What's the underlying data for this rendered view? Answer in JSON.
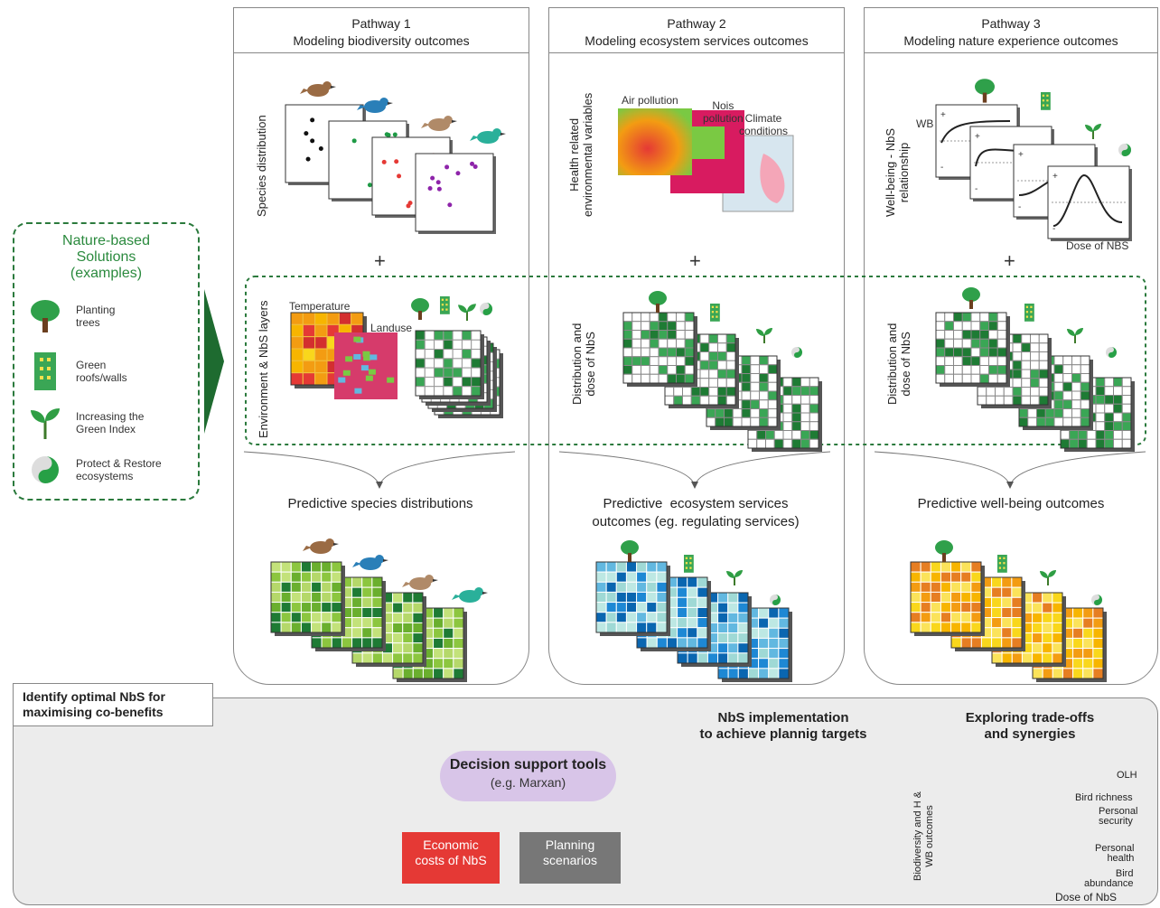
{
  "pathways": [
    {
      "title": "Pathway 1",
      "subtitle": "Modeling biodiversity outcomes",
      "top_label": "Species distribution",
      "mid_label": "Environment & NbS layers",
      "mid_sub1": "Temperature",
      "mid_sub2": "Landuse",
      "predict": "Predictive species distributions"
    },
    {
      "title": "Pathway 2",
      "subtitle": "Modeling ecosystem services outcomes",
      "top_label": "Health related\nenvironmental variables",
      "top_sub1": "Air pollution",
      "top_sub2": "Nois\npollution",
      "top_sub3": "Climate\nconditions",
      "mid_label": "Distribution and\ndose of NbS",
      "predict": "Predictive  ecosystem services\noutcomes (eg. regulating services)"
    },
    {
      "title": "Pathway 3",
      "subtitle": "Modeling nature experience  outcomes",
      "top_label": "Well-being - NbS\nrelationship",
      "top_axis_y": "WB",
      "top_axis_x": "Dose of NBS",
      "mid_label": "Distribution and\ndose of NbS",
      "predict": "Predictive well-being outcomes"
    }
  ],
  "plus": "+",
  "nbs": {
    "title": "Nature-based\nSolutions\n(examples)",
    "items": [
      {
        "label": "Planting\ntrees",
        "icon": "tree-icon"
      },
      {
        "label": "Green\nroofs/walls",
        "icon": "green-building-icon"
      },
      {
        "label": "Increasing the\nGreen Index",
        "icon": "sprout-icon"
      },
      {
        "label": "Protect & Restore\necosystems",
        "icon": "ecosystem-icon"
      }
    ]
  },
  "bottom": {
    "title": "Identify optimal NbS for\nmaximising co-benefits",
    "dst_title": "Decision support tools",
    "dst_sub": "(e.g. Marxan)",
    "econ": "Economic\ncosts of NbS",
    "plan": "Planning\nscenarios",
    "impl": "NbS implementation\nto achieve plannig targets",
    "trade": "Exploring trade-offs\nand synergies",
    "ylabel": "Biodiversity and H &\nWB outcomes",
    "xlabel": "Dose of NbS",
    "series": [
      "OLH",
      "Bird richness",
      "Personal\nsecurity",
      "Personal\nhealth",
      "Bird\nabundance"
    ]
  },
  "colors": {
    "green_dark": "#1e7b34",
    "green_mid": "#3aa655",
    "lime": "#8cc63f",
    "blue": "#1e88d4",
    "cyan": "#9fd9d5",
    "orange": "#f39c12",
    "yellow": "#f9d71c",
    "purple": "#8e44ad",
    "red": "#e53935"
  }
}
